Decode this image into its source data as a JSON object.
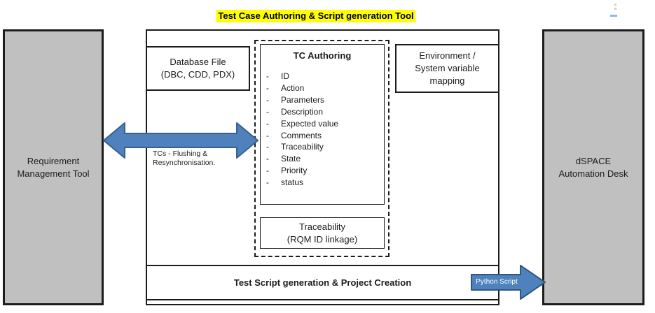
{
  "title": "Test Case Authoring & Script generation Tool",
  "colors": {
    "title_highlight": "#ffff00",
    "side_box_fill": "#c0c0c0",
    "box_border": "#1c1c1c",
    "arrow_fill": "#4f81bd",
    "arrow_stroke": "#36608e",
    "python_label_text": "#ffffff"
  },
  "left_box": {
    "lines": [
      "Requirement",
      "Management Tool"
    ]
  },
  "right_box": {
    "lines": [
      "dSPACE",
      "Automation Desk"
    ]
  },
  "panel": {
    "database_box": {
      "lines": [
        "Database File",
        "(DBC, CDD, PDX)"
      ]
    },
    "environment_box": {
      "lines": [
        "Environment /",
        "System variable",
        "mapping"
      ]
    },
    "authoring": {
      "title": "TC Authoring",
      "bullet": "-",
      "fields": [
        "ID",
        "Action",
        "Parameters",
        "Description",
        "Expected value",
        "Comments",
        "Traceability",
        "State",
        "Priority",
        "status"
      ]
    },
    "traceability_box": {
      "lines": [
        "Traceability",
        "(RQM ID linkage)"
      ]
    },
    "footer": "Test Script generation & Project Creation"
  },
  "sync_arrow_label": {
    "lines": [
      "TCs - Flushing &",
      "Resynchronisation."
    ]
  },
  "python_arrow_label": "Python Script"
}
